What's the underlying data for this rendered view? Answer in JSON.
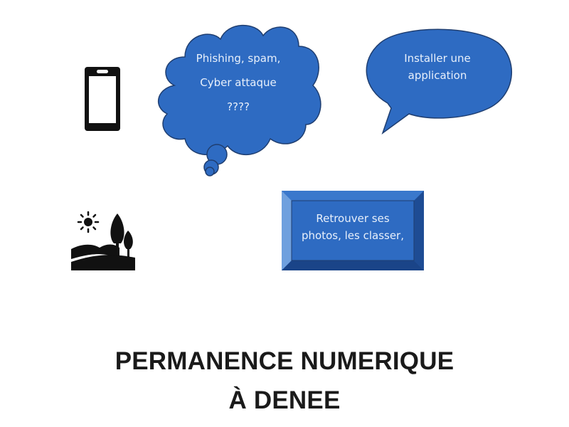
{
  "colors": {
    "bubble_fill": "#2e6bc2",
    "bubble_stroke": "#1f3e70",
    "bevel_face": "#2a62b8",
    "text_light": "#e8f0fb",
    "title": "#1a1a1a"
  },
  "thought_cloud": {
    "lines": [
      "Phishing, spam,",
      "Cyber attaque",
      "????"
    ]
  },
  "speech_bubble": {
    "lines": [
      "Installer une",
      "application"
    ]
  },
  "bevel_box": {
    "lines": [
      "Retrouver ses",
      "photos, les classer,"
    ]
  },
  "icons": {
    "phone": "smartphone-icon",
    "landscape": "landscape-icon"
  },
  "title": {
    "line1": "PERMANENCE NUMERIQUE",
    "line2": "À DENEE"
  }
}
